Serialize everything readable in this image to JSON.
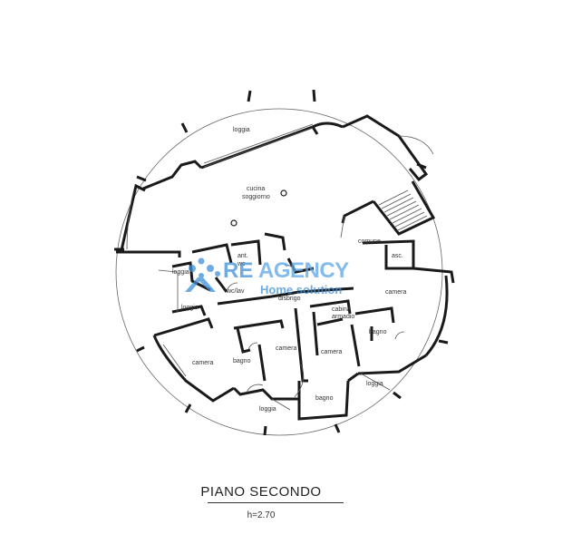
{
  "plan": {
    "title": "PIANO SECONDO",
    "height_label": "h=2.70"
  },
  "rooms": {
    "loggia_top": "loggia",
    "cucina": "cucina",
    "soggiorno": "soggiorno",
    "loggia_left": "loggia",
    "ant": "ant.",
    "wc": "wc",
    "wclav": "wc/lav",
    "disbrigo": "disbrigo",
    "loggia_left2": "loggia",
    "comune": "comune",
    "asc": "asc.",
    "camera_right": "camera",
    "cabina": "cabina",
    "armadio": "armadio",
    "bagno_right": "bagno",
    "camera_center": "camera",
    "camera_center2": "camera",
    "camera_left": "camera",
    "bagno_left": "bagno",
    "loggia_right": "loggia",
    "bagno_bottom": "bagno",
    "loggia_bottom": "loggia"
  },
  "watermark": {
    "brand_re": "RE",
    "brand_agency": "AGENCY",
    "tagline": "Home solution",
    "color": "#3d8fd8"
  },
  "colors": {
    "wall": "#1a1a1a",
    "thin_line": "#555555",
    "background": "#ffffff"
  }
}
